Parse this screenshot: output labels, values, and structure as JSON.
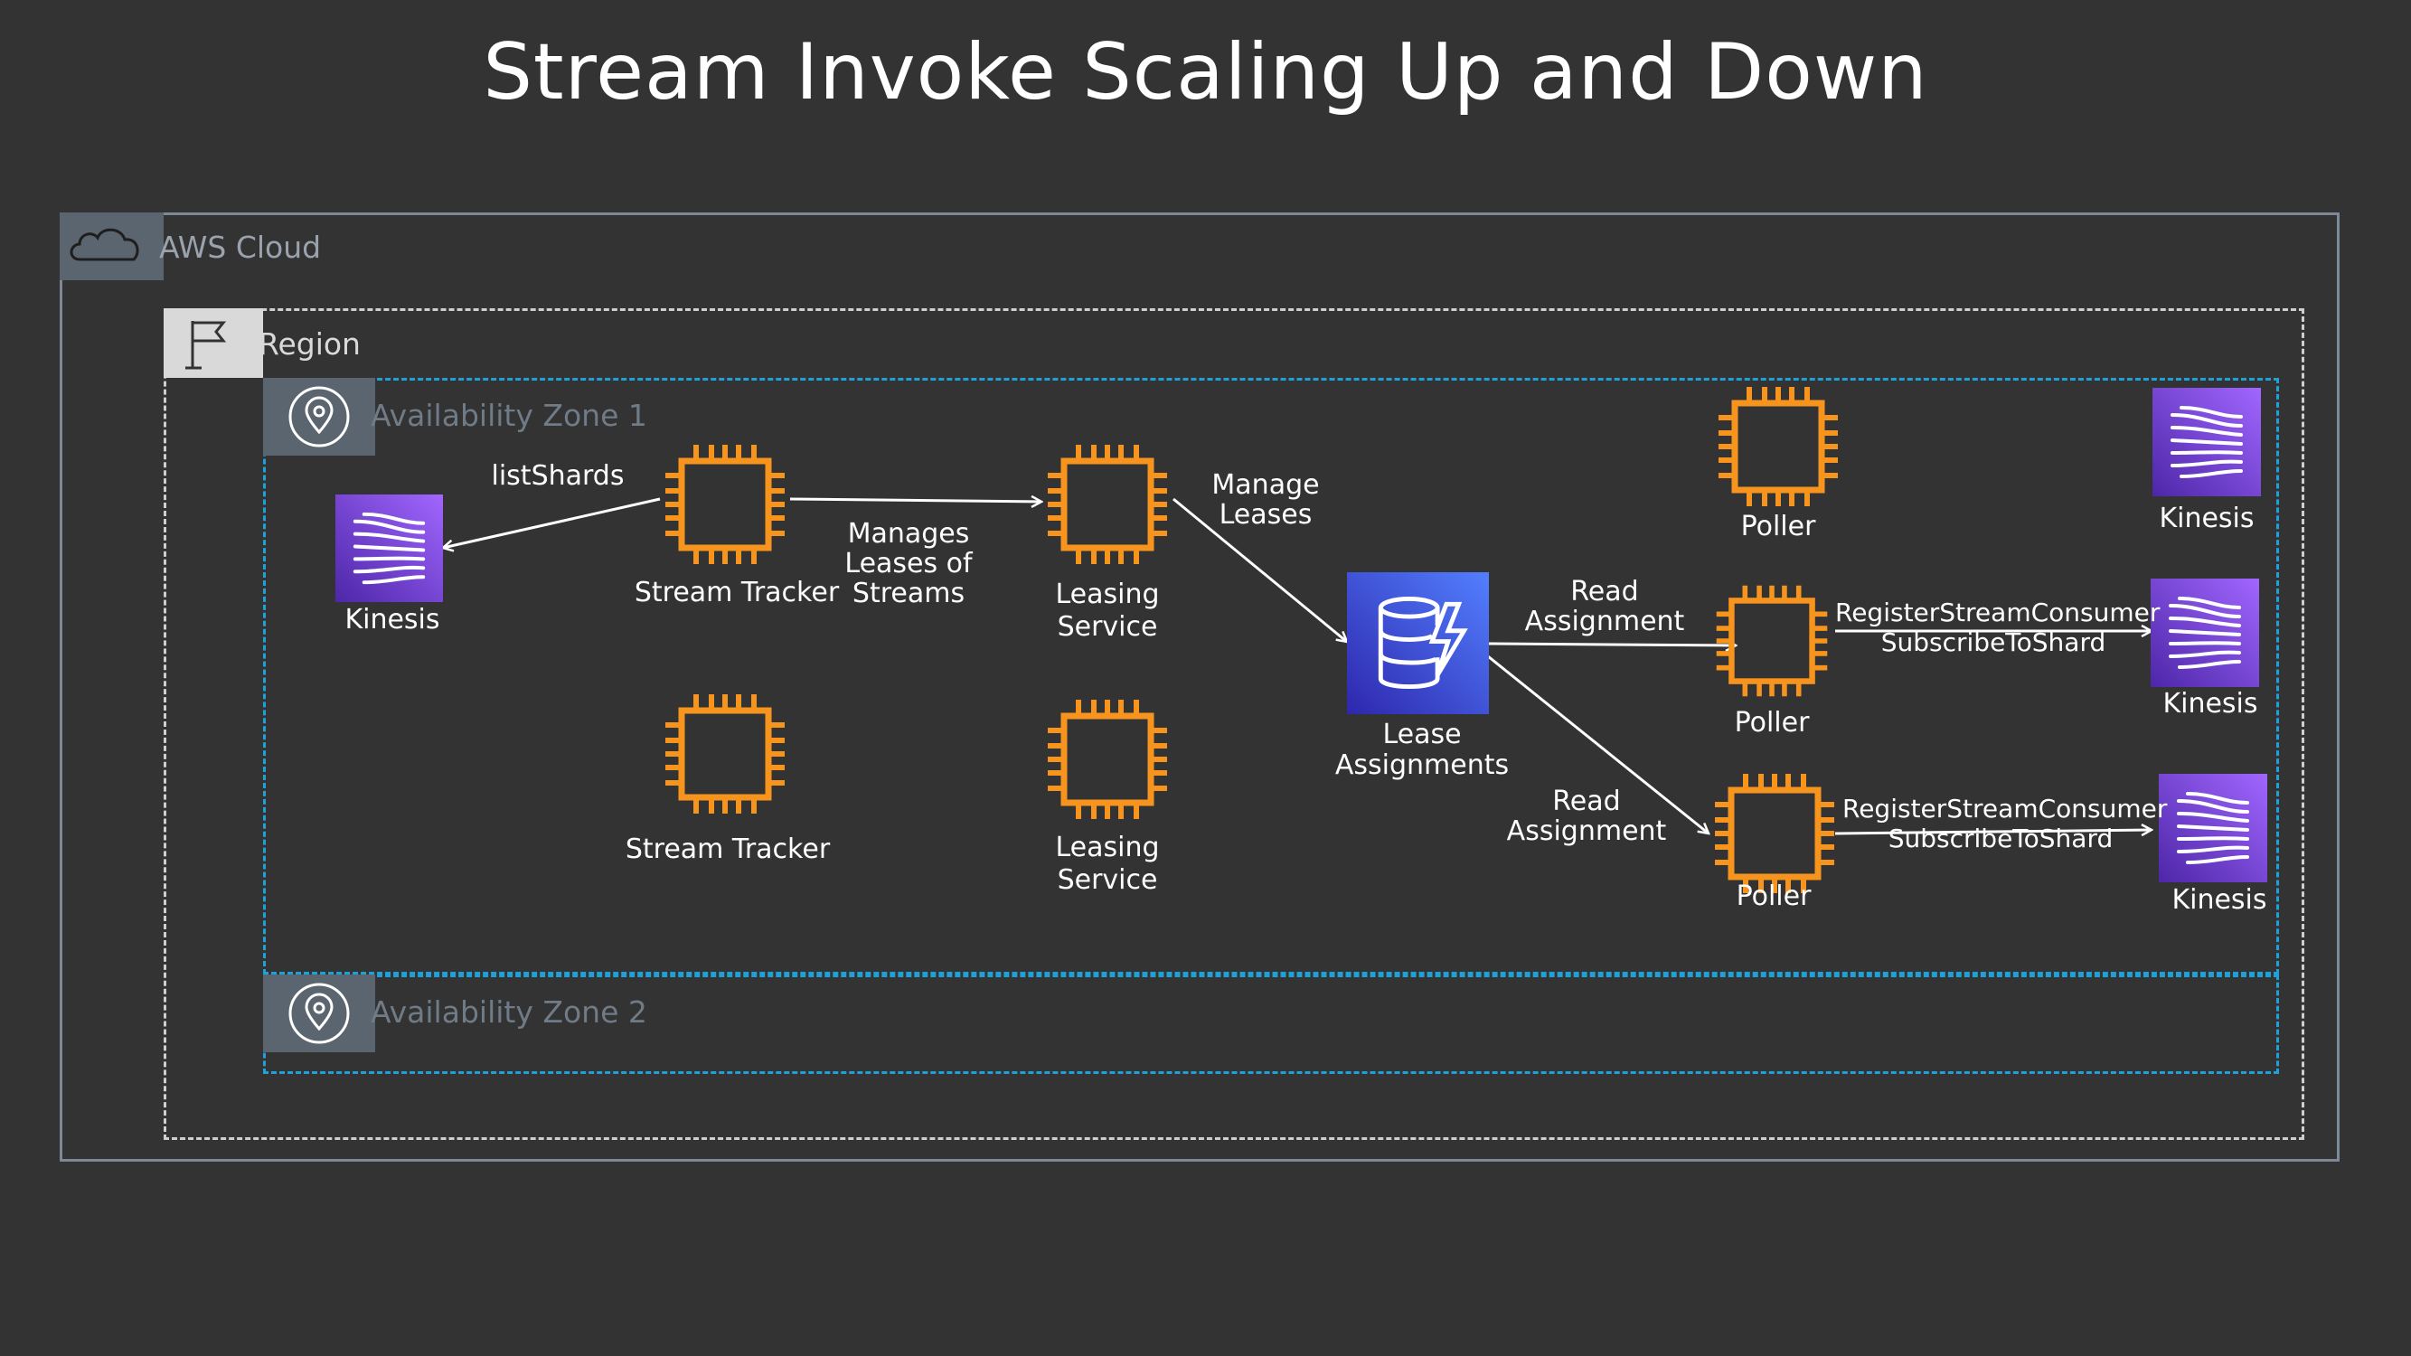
{
  "title": "Stream Invoke Scaling Up and Down",
  "groups": {
    "cloud": "AWS Cloud",
    "region": "Region",
    "az1": "Availability Zone 1",
    "az2": "Availability Zone 2"
  },
  "nodes": {
    "kinesis_left": "Kinesis",
    "stream_tracker_1": "Stream Tracker",
    "stream_tracker_2": "Stream Tracker",
    "leasing_service_1": "Leasing\nService",
    "leasing_service_2": "Leasing\nService",
    "lease_assignments": "Lease\nAssignments",
    "poller_top": "Poller",
    "poller_mid": "Poller",
    "poller_bot": "Poller",
    "kinesis_top": "Kinesis",
    "kinesis_mid": "Kinesis",
    "kinesis_bot": "Kinesis"
  },
  "edges": {
    "list_shards": "listShards",
    "manages_leases": "Manages\nLeases of\nStreams",
    "manage_leases": "Manage\nLeases",
    "read_assignment_1": "Read\nAssignment",
    "read_assignment_2": "Read\nAssignment",
    "register_1": "RegisterStreamConsumer\nSubscribeToShard",
    "register_2": "RegisterStreamConsumer\nSubscribeToShard"
  },
  "colors": {
    "background": "#333333",
    "compute_orange": "#f7941d",
    "kinesis_purple": "#6f3ad6",
    "dynamodb_blue": "#3b48cc",
    "az_border": "#1ea0d8"
  },
  "icons": {
    "cloud": "cloud-icon",
    "region": "flag-icon",
    "az": "location-pin-icon",
    "compute": "ec2-chip-icon",
    "stream": "kinesis-icon",
    "database": "dynamodb-icon"
  }
}
